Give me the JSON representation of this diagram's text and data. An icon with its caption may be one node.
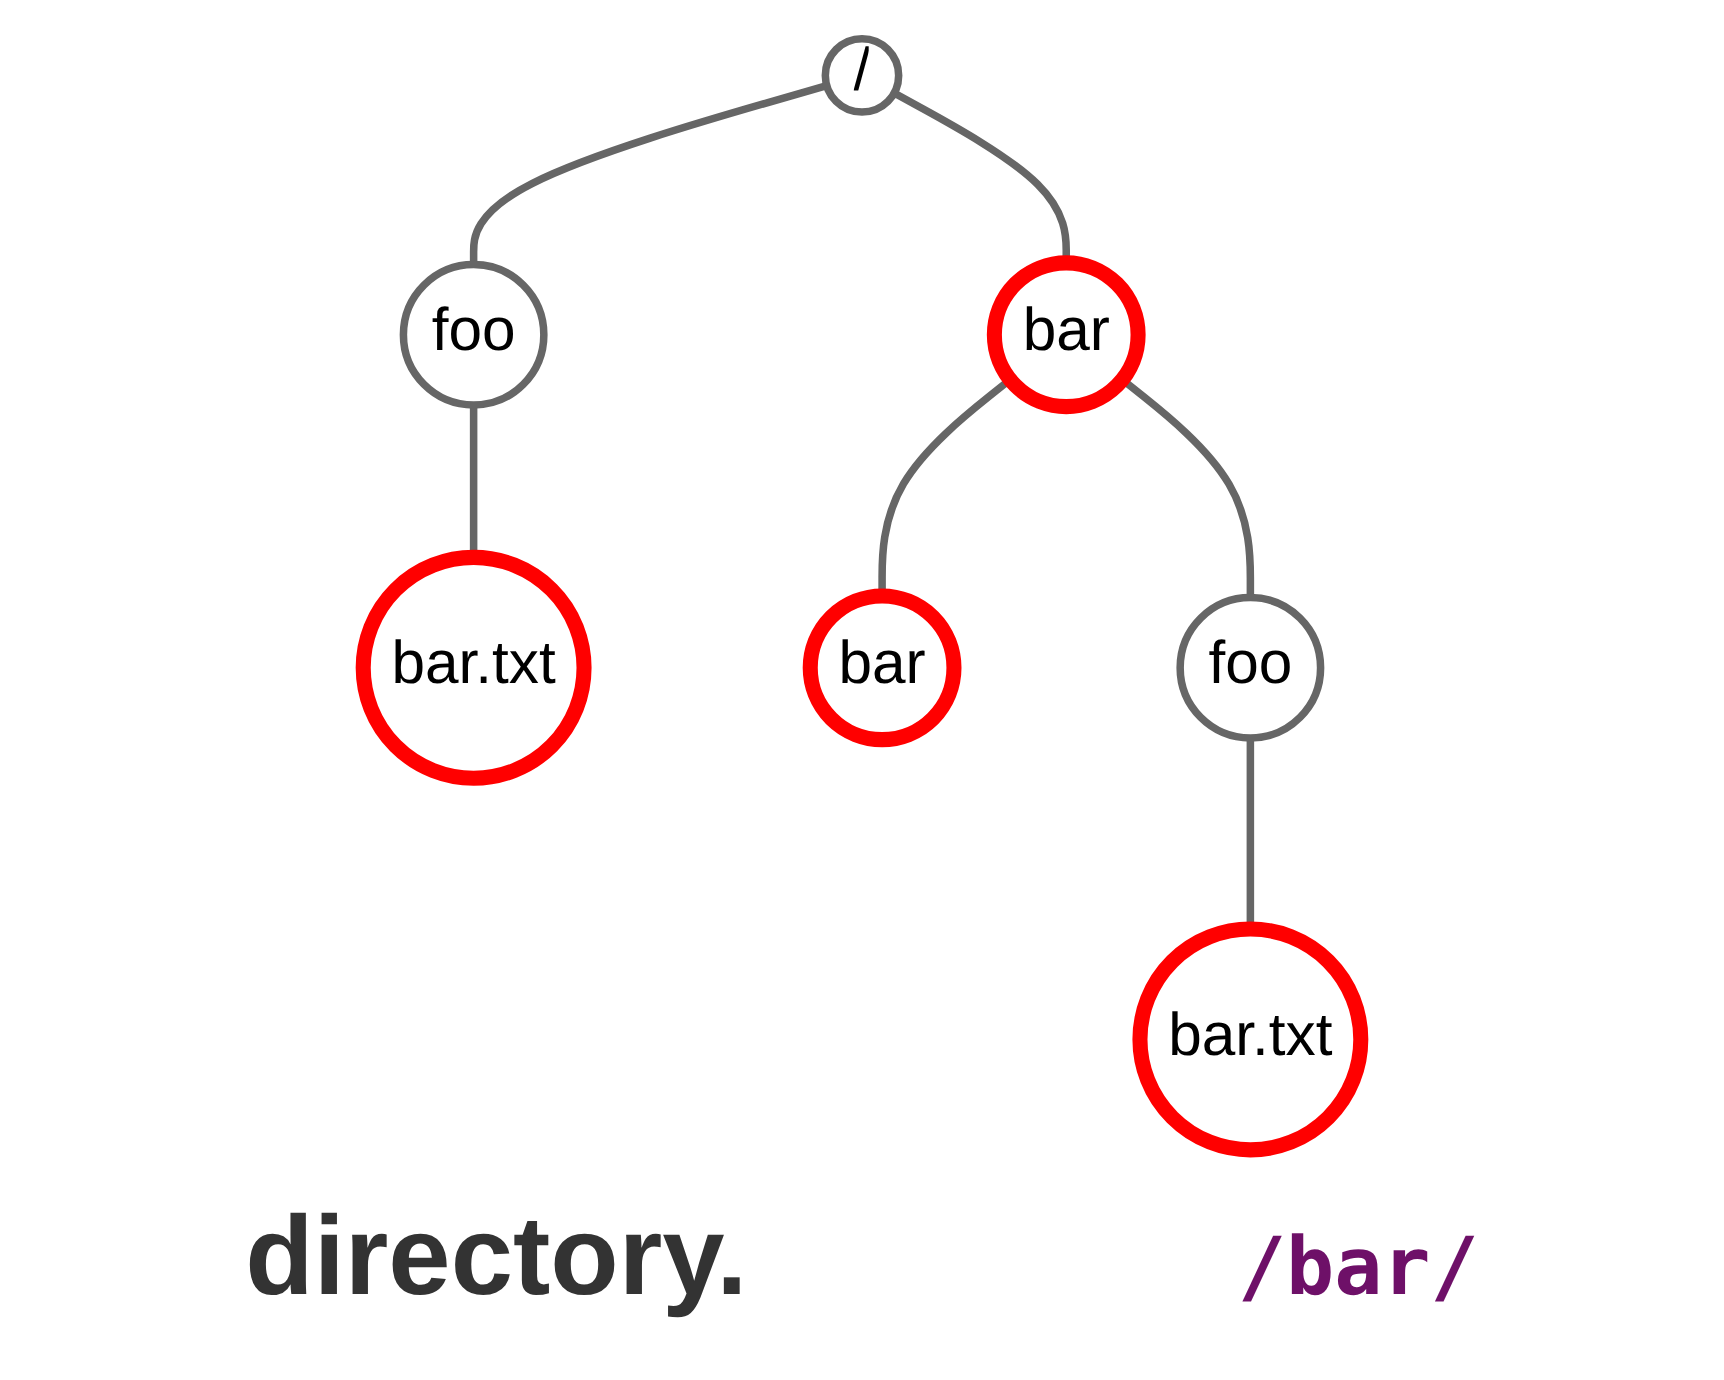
{
  "diagram": {
    "nodes": [
      {
        "text": [
          "/"
        ]
      },
      {
        "text": [
          "foo"
        ]
      },
      {
        "text": [
          "bar"
        ]
      },
      {
        "text": [
          "bar.txt"
        ]
      },
      {
        "text": [
          "bar"
        ]
      },
      {
        "text": [
          "foo"
        ]
      },
      {
        "text": [
          "bar.txt"
        ]
      }
    ],
    "edges": [
      {
        "from": 0,
        "to": 1,
        "arrow": "none"
      },
      {
        "from": 0,
        "to": 2,
        "arrow": "none"
      },
      {
        "from": 1,
        "to": 3,
        "arrow": "none"
      },
      {
        "from": 2,
        "to": 4,
        "arrow": "none"
      },
      {
        "from": 2,
        "to": 5,
        "arrow": "none"
      },
      {
        "from": 5,
        "to": 6,
        "arrow": "none"
      }
    ],
    "labels": [
      "directory.",
      "/bar/"
    ]
  }
}
